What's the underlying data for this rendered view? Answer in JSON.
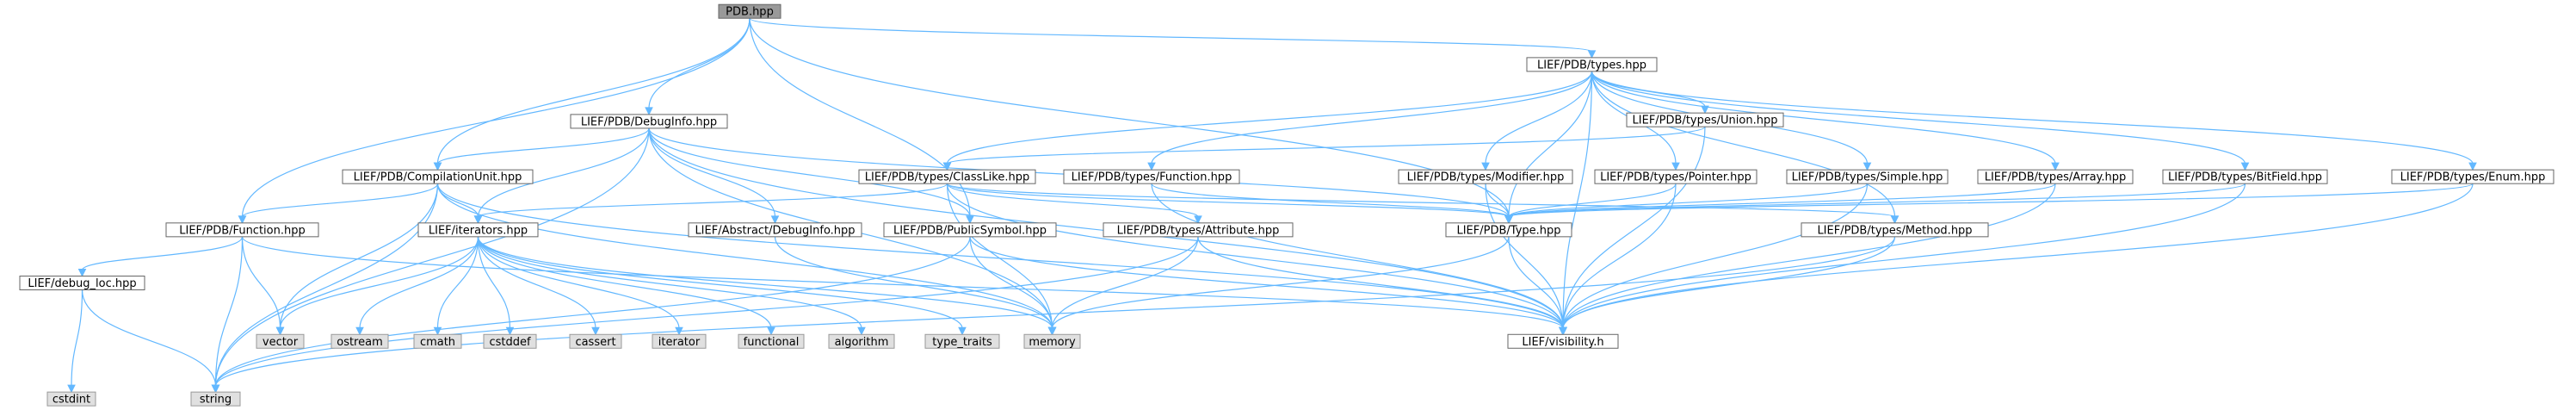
{
  "colors": {
    "root_fill": "#999999",
    "root_stroke": "#666666",
    "node_fill": "#ffffff",
    "node_stroke": "#666666",
    "sys_fill": "#e0e0e0",
    "sys_stroke": "#999999",
    "edge": "#63b8ff"
  },
  "nodes": [
    {
      "id": "pdb",
      "label": "PDB.hpp",
      "kind": "root"
    },
    {
      "id": "types",
      "label": "LIEF/PDB/types.hpp",
      "kind": "header"
    },
    {
      "id": "debuginfo",
      "label": "LIEF/PDB/DebugInfo.hpp",
      "kind": "header"
    },
    {
      "id": "union",
      "label": "LIEF/PDB/types/Union.hpp",
      "kind": "header"
    },
    {
      "id": "compunit",
      "label": "LIEF/PDB/CompilationUnit.hpp",
      "kind": "header"
    },
    {
      "id": "classlike",
      "label": "LIEF/PDB/types/ClassLike.hpp",
      "kind": "header"
    },
    {
      "id": "tfunction",
      "label": "LIEF/PDB/types/Function.hpp",
      "kind": "header"
    },
    {
      "id": "modifier",
      "label": "LIEF/PDB/types/Modifier.hpp",
      "kind": "header"
    },
    {
      "id": "pointer",
      "label": "LIEF/PDB/types/Pointer.hpp",
      "kind": "header"
    },
    {
      "id": "simple",
      "label": "LIEF/PDB/types/Simple.hpp",
      "kind": "header"
    },
    {
      "id": "array",
      "label": "LIEF/PDB/types/Array.hpp",
      "kind": "header"
    },
    {
      "id": "bitfield",
      "label": "LIEF/PDB/types/BitField.hpp",
      "kind": "header"
    },
    {
      "id": "enum",
      "label": "LIEF/PDB/types/Enum.hpp",
      "kind": "header"
    },
    {
      "id": "function",
      "label": "LIEF/PDB/Function.hpp",
      "kind": "header"
    },
    {
      "id": "iterators",
      "label": "LIEF/iterators.hpp",
      "kind": "header"
    },
    {
      "id": "absdebug",
      "label": "LIEF/Abstract/DebugInfo.hpp",
      "kind": "header"
    },
    {
      "id": "pubsym",
      "label": "LIEF/PDB/PublicSymbol.hpp",
      "kind": "header"
    },
    {
      "id": "attribute",
      "label": "LIEF/PDB/types/Attribute.hpp",
      "kind": "header"
    },
    {
      "id": "type",
      "label": "LIEF/PDB/Type.hpp",
      "kind": "header"
    },
    {
      "id": "method",
      "label": "LIEF/PDB/types/Method.hpp",
      "kind": "header"
    },
    {
      "id": "debugloc",
      "label": "LIEF/debug_loc.hpp",
      "kind": "header"
    },
    {
      "id": "vector",
      "label": "vector",
      "kind": "system"
    },
    {
      "id": "ostream",
      "label": "ostream",
      "kind": "system"
    },
    {
      "id": "cmath",
      "label": "cmath",
      "kind": "system"
    },
    {
      "id": "cstddef",
      "label": "cstddef",
      "kind": "system"
    },
    {
      "id": "cassert",
      "label": "cassert",
      "kind": "system"
    },
    {
      "id": "iterator",
      "label": "iterator",
      "kind": "system"
    },
    {
      "id": "functional",
      "label": "functional",
      "kind": "system"
    },
    {
      "id": "algorithm",
      "label": "algorithm",
      "kind": "system"
    },
    {
      "id": "type_traits",
      "label": "type_traits",
      "kind": "system"
    },
    {
      "id": "memory",
      "label": "memory",
      "kind": "system"
    },
    {
      "id": "visibility",
      "label": "LIEF/visibility.h",
      "kind": "header"
    },
    {
      "id": "cstdint",
      "label": "cstdint",
      "kind": "system"
    },
    {
      "id": "string",
      "label": "string",
      "kind": "system"
    }
  ],
  "edges": [
    [
      "pdb",
      "types"
    ],
    [
      "pdb",
      "debuginfo"
    ],
    [
      "pdb",
      "compunit"
    ],
    [
      "pdb",
      "function"
    ],
    [
      "pdb",
      "pubsym"
    ],
    [
      "pdb",
      "type"
    ],
    [
      "types",
      "union"
    ],
    [
      "types",
      "classlike"
    ],
    [
      "types",
      "tfunction"
    ],
    [
      "types",
      "modifier"
    ],
    [
      "types",
      "pointer"
    ],
    [
      "types",
      "simple"
    ],
    [
      "types",
      "array"
    ],
    [
      "types",
      "bitfield"
    ],
    [
      "types",
      "enum"
    ],
    [
      "types",
      "type"
    ],
    [
      "types",
      "method"
    ],
    [
      "types",
      "visibility"
    ],
    [
      "debuginfo",
      "compunit"
    ],
    [
      "debuginfo",
      "iterators"
    ],
    [
      "debuginfo",
      "absdebug"
    ],
    [
      "debuginfo",
      "pubsym"
    ],
    [
      "debuginfo",
      "type"
    ],
    [
      "debuginfo",
      "memory"
    ],
    [
      "debuginfo",
      "string"
    ],
    [
      "debuginfo",
      "visibility"
    ],
    [
      "union",
      "classlike"
    ],
    [
      "union",
      "visibility"
    ],
    [
      "compunit",
      "function"
    ],
    [
      "compunit",
      "iterators"
    ],
    [
      "compunit",
      "vector"
    ],
    [
      "compunit",
      "string"
    ],
    [
      "compunit",
      "memory"
    ],
    [
      "compunit",
      "visibility"
    ],
    [
      "classlike",
      "iterators"
    ],
    [
      "classlike",
      "type"
    ],
    [
      "classlike",
      "attribute"
    ],
    [
      "classlike",
      "method"
    ],
    [
      "classlike",
      "visibility"
    ],
    [
      "classlike",
      "memory"
    ],
    [
      "tfunction",
      "type"
    ],
    [
      "tfunction",
      "visibility"
    ],
    [
      "modifier",
      "type"
    ],
    [
      "modifier",
      "visibility"
    ],
    [
      "pointer",
      "type"
    ],
    [
      "pointer",
      "visibility"
    ],
    [
      "simple",
      "type"
    ],
    [
      "simple",
      "visibility"
    ],
    [
      "array",
      "type"
    ],
    [
      "array",
      "visibility"
    ],
    [
      "bitfield",
      "type"
    ],
    [
      "bitfield",
      "visibility"
    ],
    [
      "enum",
      "type"
    ],
    [
      "enum",
      "visibility"
    ],
    [
      "function",
      "debugloc"
    ],
    [
      "function",
      "string"
    ],
    [
      "function",
      "vector"
    ],
    [
      "function",
      "visibility"
    ],
    [
      "iterators",
      "vector"
    ],
    [
      "iterators",
      "ostream"
    ],
    [
      "iterators",
      "cmath"
    ],
    [
      "iterators",
      "cstddef"
    ],
    [
      "iterators",
      "cassert"
    ],
    [
      "iterators",
      "iterator"
    ],
    [
      "iterators",
      "functional"
    ],
    [
      "iterators",
      "algorithm"
    ],
    [
      "iterators",
      "type_traits"
    ],
    [
      "iterators",
      "memory"
    ],
    [
      "absdebug",
      "memory"
    ],
    [
      "pubsym",
      "memory"
    ],
    [
      "pubsym",
      "string"
    ],
    [
      "pubsym",
      "visibility"
    ],
    [
      "attribute",
      "memory"
    ],
    [
      "attribute",
      "string"
    ],
    [
      "attribute",
      "visibility"
    ],
    [
      "type",
      "memory"
    ],
    [
      "type",
      "visibility"
    ],
    [
      "method",
      "visibility"
    ],
    [
      "method",
      "string"
    ],
    [
      "debugloc",
      "cstdint"
    ],
    [
      "debugloc",
      "string"
    ]
  ]
}
